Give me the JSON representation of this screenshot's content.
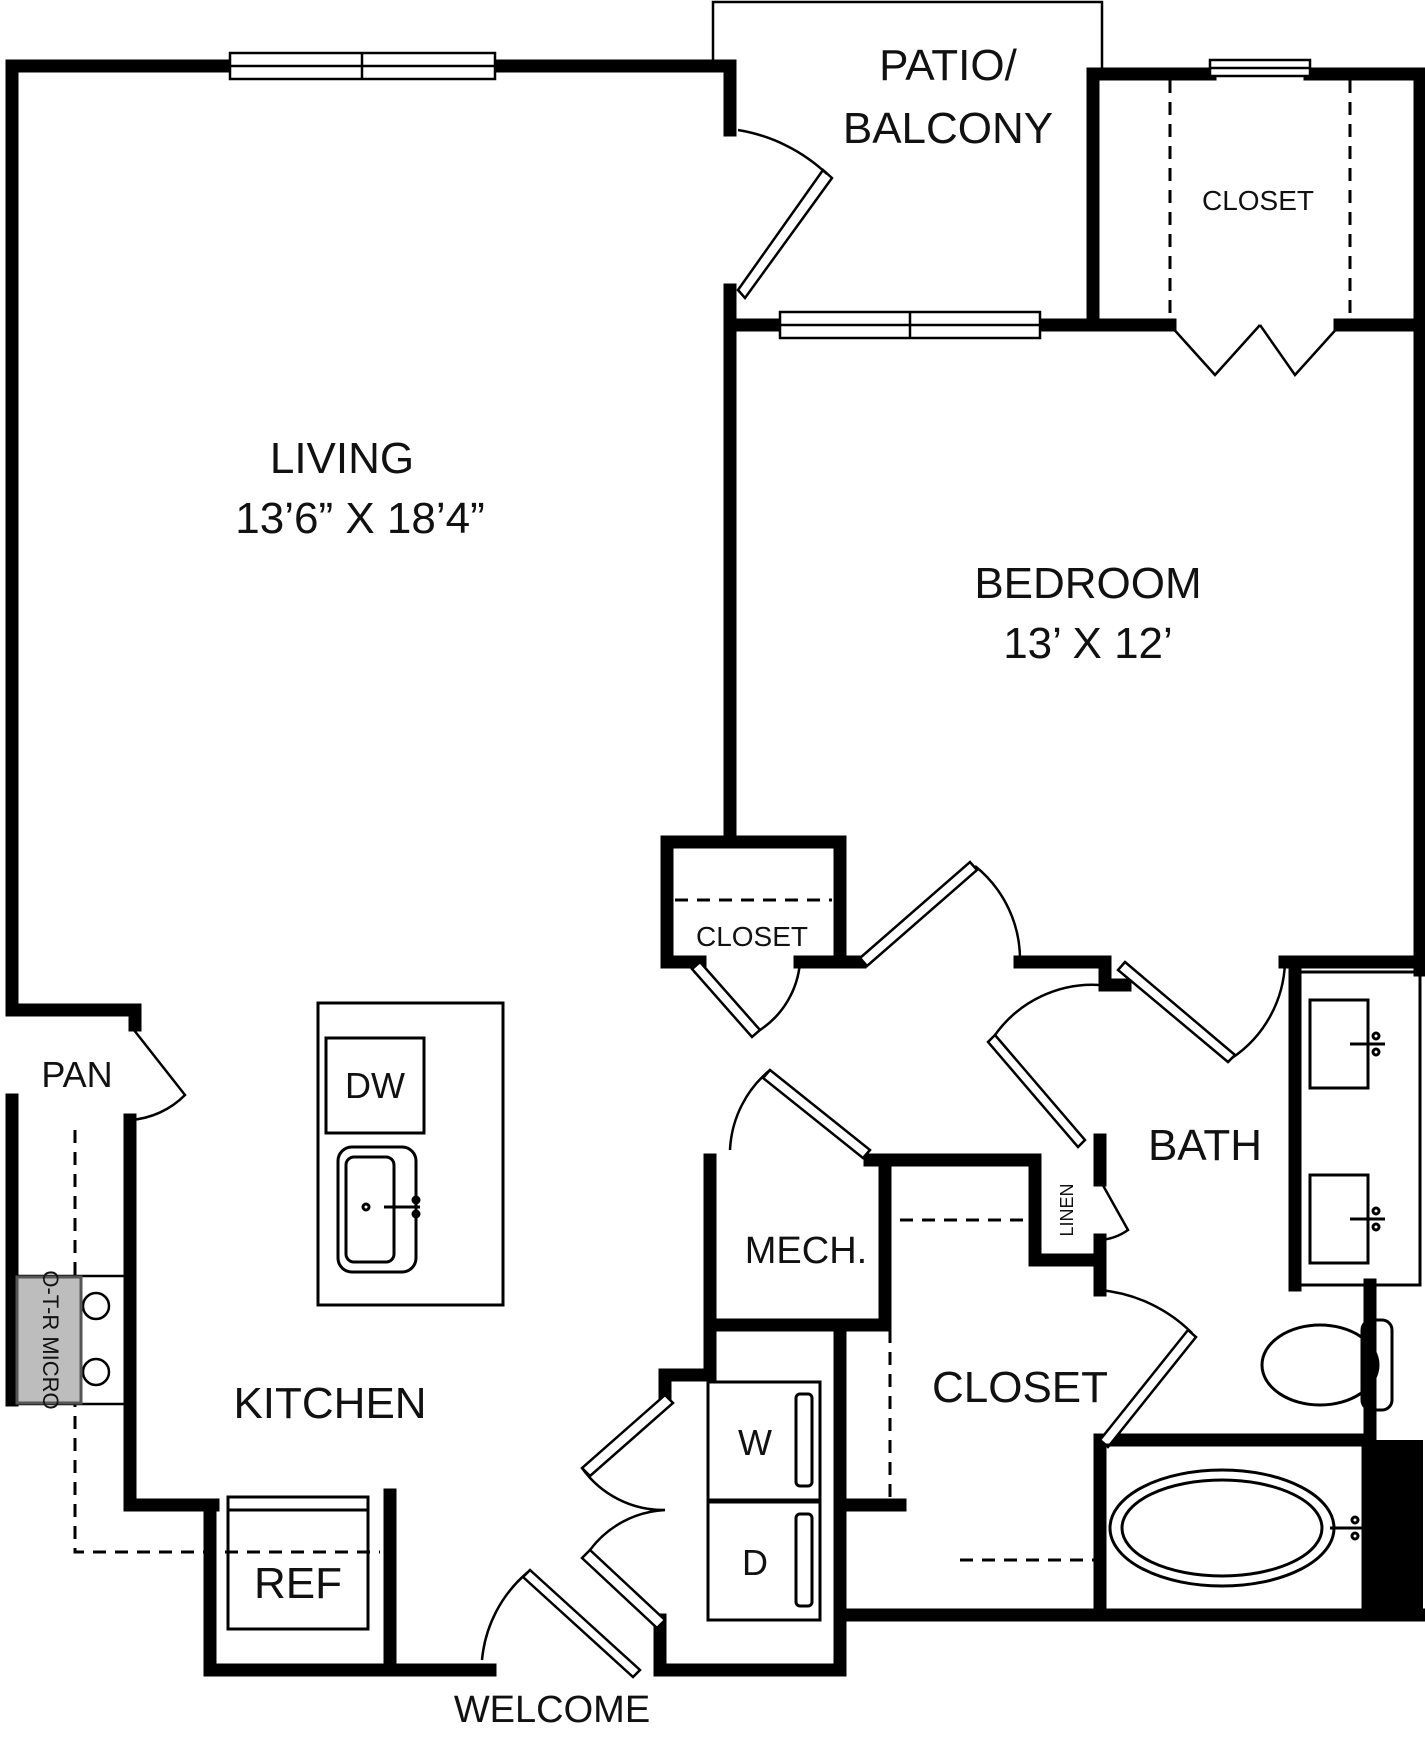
{
  "colors": {
    "wall": "#000000",
    "background": "#ffffff",
    "microwave_fill": "#bdbdbd"
  },
  "rooms": {
    "patio": {
      "line1": "PATIO/",
      "line2": "BALCONY"
    },
    "living": {
      "name": "LIVING",
      "dims": "13’6” X 18’4”"
    },
    "bedroom": {
      "name": "BEDROOM",
      "dims": "13’ X 12’"
    },
    "kitchen": {
      "name": "KITCHEN"
    },
    "bath": {
      "name": "BATH"
    },
    "walk_in_closet": {
      "name": "CLOSET"
    },
    "bedroom_closet": {
      "name": "CLOSET"
    },
    "hall_closet": {
      "name": "CLOSET"
    },
    "mech": {
      "name": "MECH."
    },
    "pantry": {
      "name": "PAN"
    },
    "linen": {
      "name": "LINEN"
    }
  },
  "fixtures": {
    "dishwasher": "DW",
    "refrigerator": "REF",
    "washer": "W",
    "dryer": "D",
    "microwave": "O-T-R MICRO"
  },
  "entry": {
    "label": "WELCOME"
  }
}
